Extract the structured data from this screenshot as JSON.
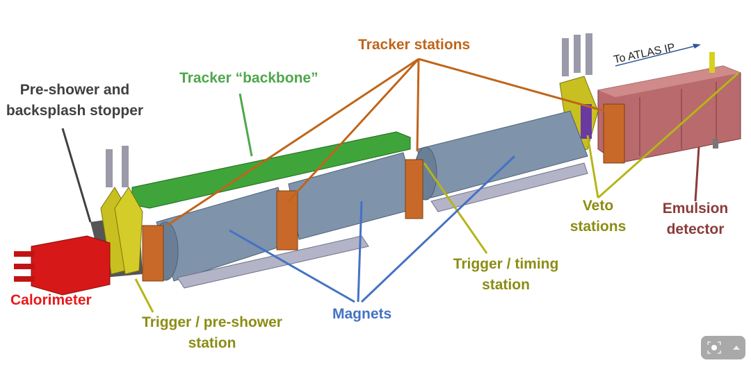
{
  "labels": {
    "tracker_stations": "Tracker stations",
    "to_atlas_ip": "To ATLAS IP",
    "tracker_backbone": "Tracker “backbone”",
    "preshower_line1": "Pre-shower and",
    "preshower_line2": "backsplash stopper",
    "veto_line1": "Veto",
    "veto_line2": "stations",
    "emulsion_line1": "Emulsion",
    "emulsion_line2": "detector",
    "trigger_timing_line1": "Trigger / timing",
    "trigger_timing_line2": "station",
    "magnets": "Magnets",
    "calorimeter": "Calorimeter",
    "trigger_preshower_line1": "Trigger / pre-shower",
    "trigger_preshower_line2": "station"
  },
  "colors": {
    "tracker": "#c0651a",
    "backbone": "#4ea64b",
    "preshower": "#404040",
    "trigger": "#8c8c14",
    "emulsion": "#8b3a3a",
    "magnets": "#4472c4",
    "calorimeter": "#e8191a"
  },
  "controls": {
    "screenshot_icon": "screenshot-icon",
    "expand_icon": "chevron-up-icon"
  }
}
